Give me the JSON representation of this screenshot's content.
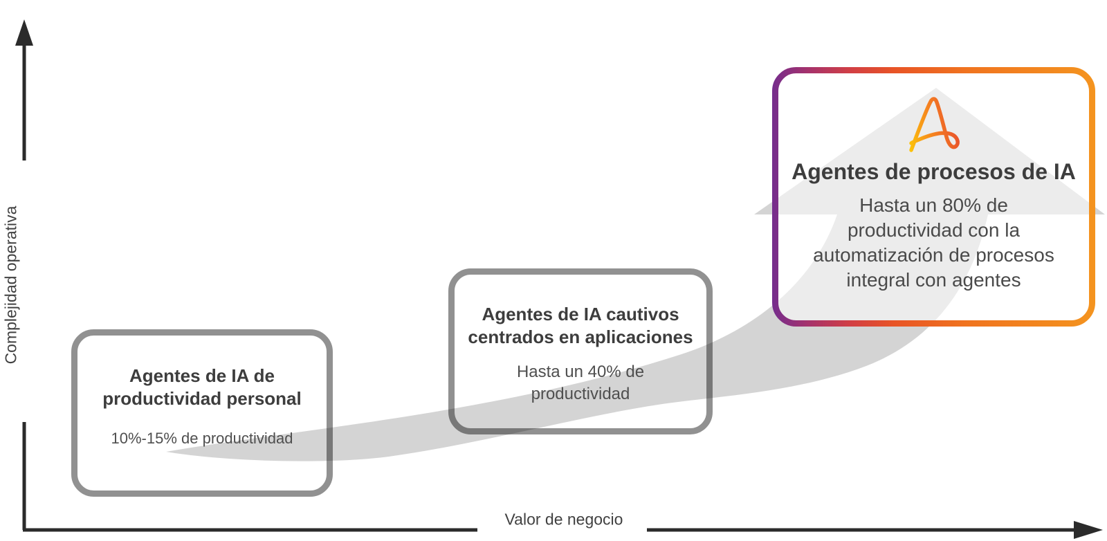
{
  "theme": {
    "axis-color": "#2b2b2b",
    "title-color": "#3d3d3d",
    "body-color": "#4f4f4f",
    "box-border-gray": "#919191",
    "gradient-purple": "#6f2c91",
    "gradient-red": "#d23f44",
    "gradient-orange-red": "#e85426",
    "gradient-orange": "#f4951f",
    "logo-yellow": "#fcc40a",
    "logo-orange": "#f58220",
    "logo-red-orange": "#e8502c"
  },
  "axes": {
    "y_label": "Complejidad operativa",
    "x_label": "Valor de negocio"
  },
  "boxes": {
    "personal": {
      "title_lines": [
        "Agentes de IA de",
        "productividad personal"
      ],
      "subtitle_lines": [
        "10%-15% de productividad"
      ]
    },
    "captive": {
      "title_lines": [
        "Agentes de IA cautivos",
        "centrados en aplicaciones"
      ],
      "subtitle_lines": [
        "Hasta un 40% de",
        "productividad"
      ]
    },
    "process": {
      "title": "Agentes de procesos de IA",
      "subtitle_lines": [
        "Hasta un 80% de",
        "productividad con la",
        "automatización de procesos",
        "integral con agentes"
      ]
    }
  }
}
